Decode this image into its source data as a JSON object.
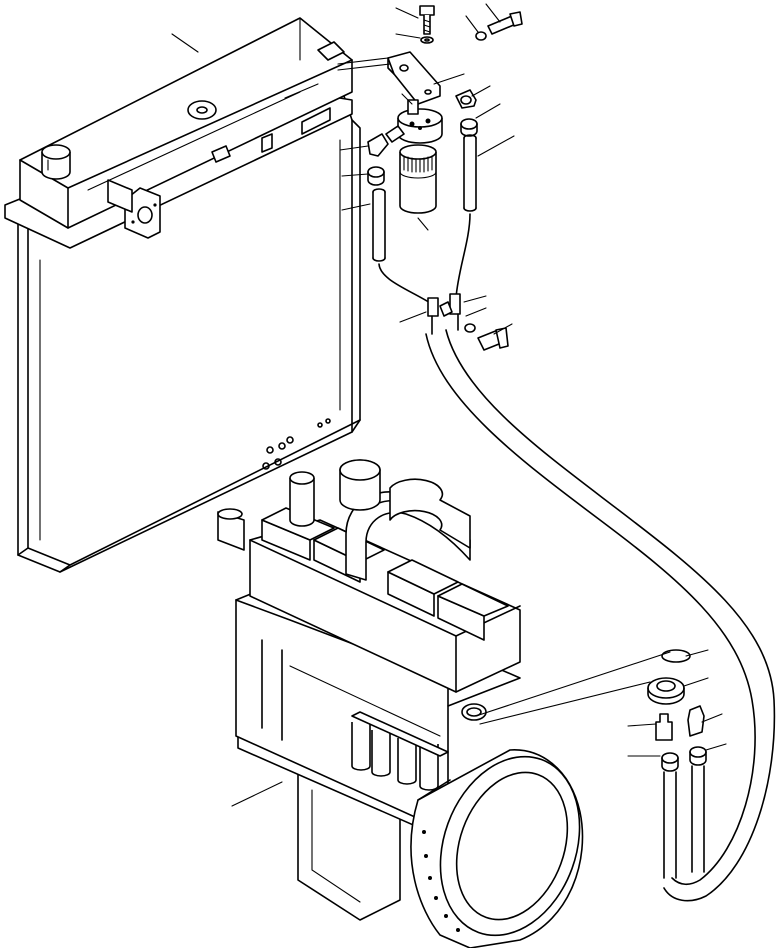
{
  "figure": {
    "ink_color": "#000000",
    "paper_color": "#ffffff",
    "callout_labels": [],
    "components": [
      "radiator",
      "filler-cap",
      "mounting-bracket",
      "filter-head",
      "filter-cartridge",
      "elbow-fitting",
      "hose-clamp",
      "hose",
      "p-clip",
      "bolt",
      "washer",
      "o-ring",
      "adapter-plate",
      "connector",
      "engine",
      "flywheel-housing"
    ]
  }
}
